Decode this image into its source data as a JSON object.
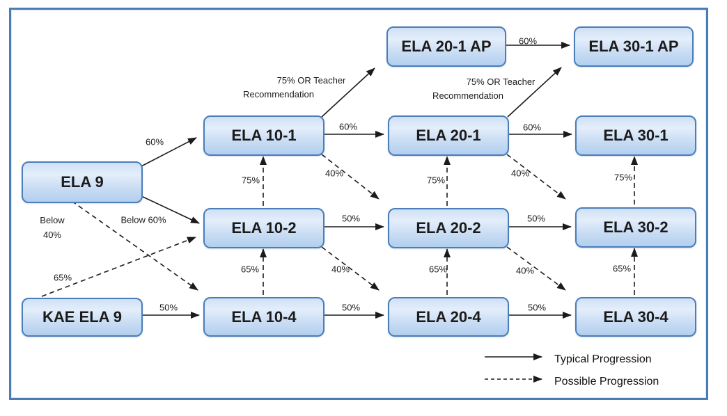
{
  "diagram": {
    "title": "ELA course progression flowchart",
    "nodes": {
      "ela_9": "ELA 9",
      "kae_ela_9": "KAE ELA 9",
      "ela_10_1": "ELA 10-1",
      "ela_10_2": "ELA 10-2",
      "ela_10_4": "ELA 10-4",
      "ela_20_1_ap": "ELA 20-1 AP",
      "ela_20_1": "ELA 20-1",
      "ela_20_2": "ELA 20-2",
      "ela_20_4": "ELA 20-4",
      "ela_30_1_ap": "ELA 30-1 AP",
      "ela_30_1": "ELA 30-1",
      "ela_30_2": "ELA 30-2",
      "ela_30_4": "ELA 30-4"
    },
    "edges": {
      "ela9_to_ela10_1": {
        "label": "60%",
        "type": "typical"
      },
      "ela9_to_ela10_2": {
        "label": "Below 60%",
        "type": "typical"
      },
      "ela9_to_ela10_4": {
        "line1": "Below",
        "line2": "40%",
        "type": "possible"
      },
      "kae_ela9_to_ela10_2": {
        "label": "65%",
        "type": "possible"
      },
      "kae_ela9_to_ela10_4": {
        "label": "50%",
        "type": "typical"
      },
      "ela10_1_to_ela20_1_ap": {
        "line1": "75% OR Teacher",
        "line2": "Recommendation",
        "type": "typical"
      },
      "ela10_1_to_ela20_1": {
        "label": "60%",
        "type": "typical"
      },
      "ela10_1_to_ela20_2": {
        "label": "40%",
        "type": "possible"
      },
      "ela10_2_to_ela10_1": {
        "label": "75%",
        "type": "possible"
      },
      "ela10_2_to_ela20_2": {
        "label": "50%",
        "type": "typical"
      },
      "ela10_2_to_ela20_4": {
        "label": "40%",
        "type": "possible"
      },
      "ela10_4_to_ela10_2": {
        "label": "65%",
        "type": "possible"
      },
      "ela10_4_to_ela20_4": {
        "label": "50%",
        "type": "typical"
      },
      "ela20_1_ap_to_ela30_1_ap": {
        "label": "60%",
        "type": "typical"
      },
      "ela20_1_to_ela30_1_ap": {
        "line1": "75% OR Teacher",
        "line2": "Recommendation",
        "type": "typical"
      },
      "ela20_1_to_ela30_1": {
        "label": "60%",
        "type": "typical"
      },
      "ela20_1_to_ela30_2": {
        "label": "40%",
        "type": "possible"
      },
      "ela20_2_to_ela20_1": {
        "label": "75%",
        "type": "possible"
      },
      "ela20_2_to_ela30_2": {
        "label": "50%",
        "type": "typical"
      },
      "ela20_2_to_ela30_4": {
        "label": "40%",
        "type": "possible"
      },
      "ela20_4_to_ela20_2": {
        "label": "65%",
        "type": "possible"
      },
      "ela20_4_to_ela30_4": {
        "label": "50%",
        "type": "typical"
      },
      "ela30_2_to_ela30_1": {
        "label": "75%",
        "type": "possible"
      },
      "ela30_4_to_ela30_2": {
        "label": "65%",
        "type": "possible"
      }
    },
    "legend": {
      "typical": "Typical Progression",
      "possible": "Possible Progression"
    },
    "colors": {
      "box_border": "#4a7dba",
      "box_fill_top": "#cfe0f4",
      "box_fill_bottom": "#b2cfee",
      "frame_border": "#4a7cb5",
      "arrow": "#1b1b1b"
    }
  }
}
